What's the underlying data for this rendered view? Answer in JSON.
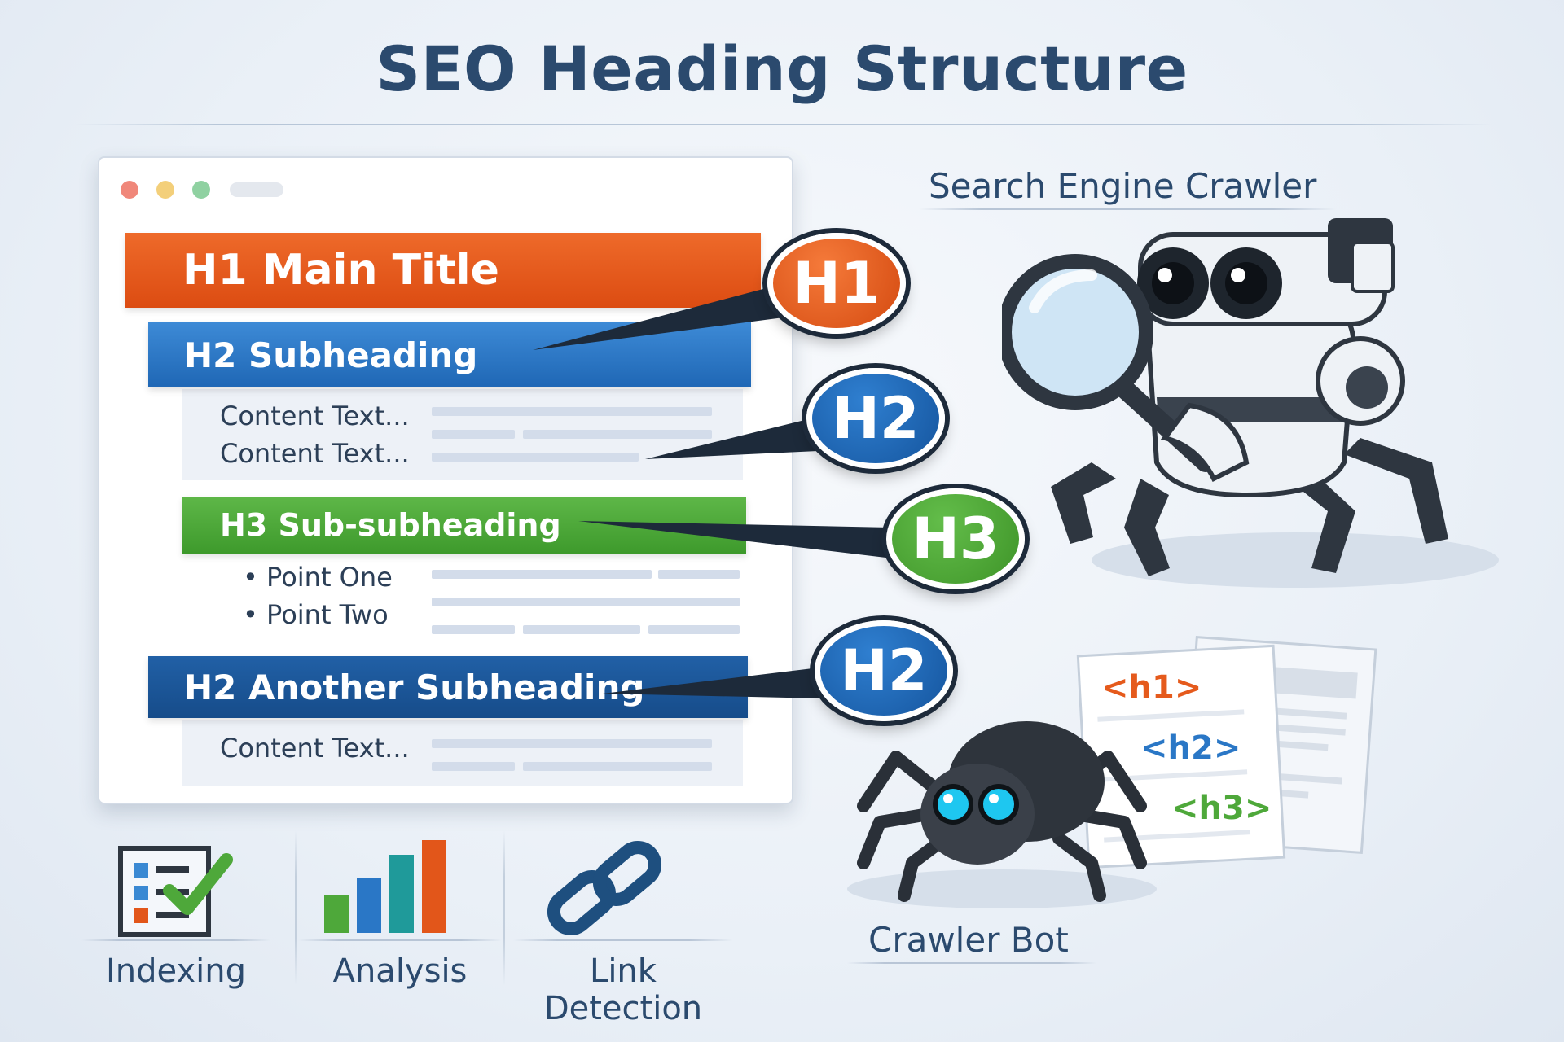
{
  "title": "SEO Heading Structure",
  "page": {
    "h1": "H1 Main Title",
    "h2": "H2 Subheading",
    "content_lines_1": [
      "Content Text...",
      "Content Text..."
    ],
    "h3": "H3 Sub-subheading",
    "points": [
      "• Point One",
      "• Point Two"
    ],
    "h2_b": "H2 Another Subheading",
    "content_lines_2": [
      "Content Text..."
    ]
  },
  "bubbles": {
    "h1": "H1",
    "h2_a": "H2",
    "h3": "H3",
    "h2_b": "H2"
  },
  "crawler": {
    "robot_label": "Search Engine Crawler",
    "spider_label": "Crawler Bot",
    "tags": [
      "<h1>",
      "<h2>",
      "<h3>"
    ]
  },
  "features": [
    {
      "label": "Indexing",
      "icon": "checklist-icon"
    },
    {
      "label": "Analysis",
      "icon": "bar-chart-icon"
    },
    {
      "label": "Link Detection",
      "icon": "chain-link-icon"
    }
  ],
  "colors": {
    "h1": "#e2561a",
    "h2": "#2a77c6",
    "h3": "#4ea83a",
    "h2_dark": "#1b5698",
    "title": "#2b4a6e"
  }
}
